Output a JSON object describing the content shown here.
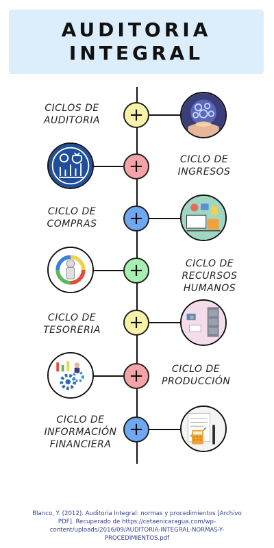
{
  "title": {
    "line1": "AUDITORIA",
    "line2": "INTEGRAL"
  },
  "node_symbol": "+",
  "node_colors": [
    "#f8f3a6",
    "#f5a3a6",
    "#6fa8f2",
    "#a8f0b0",
    "#f8f3a6",
    "#f5a3a6",
    "#6fa8f2"
  ],
  "cycles": [
    {
      "lines": [
        "CICLOS DE",
        "AUDITORIA"
      ],
      "image_icon": "hands-gears-icon"
    },
    {
      "lines": [
        "CICLO DE",
        "INGRESOS"
      ],
      "image_icon": "money-bag-chart-icon"
    },
    {
      "lines": [
        "CICLO DE",
        "COMPRAS"
      ],
      "image_icon": "shopping-desk-icon"
    },
    {
      "lines": [
        "CICLO DE",
        "RECURSOS HUMANOS"
      ],
      "image_icon": "person-cycle-arrows-icon"
    },
    {
      "lines": [
        "CICLO DE",
        "TESORERIA"
      ],
      "image_icon": "office-cabinet-icon"
    },
    {
      "lines": [
        "CICLO DE",
        "PRODUCCIÓN"
      ],
      "image_icon": "gears-team-icon"
    },
    {
      "lines": [
        "CICLO DE",
        "INFORMACIÓN",
        "FINANCIERA"
      ],
      "image_icon": "calculator-report-icon"
    }
  ],
  "citation": {
    "line1": "Blanco, Y. (2012). Auditoria Integral: normas y procedimientos [Archivo",
    "line2": "PDF]. Recuperado de https://cetaenicaragua.com/wp-",
    "line3": "content/uploads/2016/09/AUDITORIA-INTEGRAL-NORMAS-Y-",
    "line4": "PROCEDIMIENTOS.pdf"
  }
}
